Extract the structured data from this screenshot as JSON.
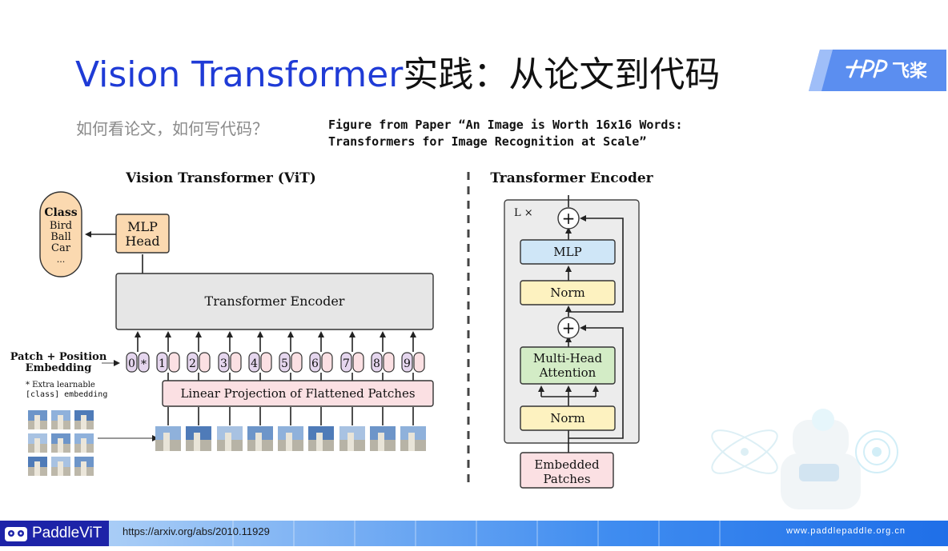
{
  "slide": {
    "title_en": "Vision Transformer",
    "title_cn": "实践：从论文到代码",
    "subtitle": "如何看论文，如何写代码？",
    "caption_line1": "Figure from Paper “An Image is Worth 16x16 Words:",
    "caption_line2": "Transformers for Image Recognition at Scale”"
  },
  "logo": {
    "brand": "飞桨"
  },
  "vit_figure": {
    "title": "Vision Transformer (ViT)",
    "class_box": {
      "title": "Class",
      "items": [
        "Bird",
        "Ball",
        "Car",
        "..."
      ]
    },
    "mlp_head": [
      "MLP",
      "Head"
    ],
    "encoder_label": "Transformer Encoder",
    "embedding_label": [
      "Patch + Position",
      "Embedding"
    ],
    "extra_note": [
      "* Extra learnable",
      "[class] embedding"
    ],
    "tokens": [
      "0",
      "1",
      "2",
      "3",
      "4",
      "5",
      "6",
      "7",
      "8",
      "9"
    ],
    "cls_star": "*",
    "projection_label": "Linear Projection of Flattened Patches"
  },
  "encoder_figure": {
    "title": "Transformer Encoder",
    "repeat_label": "L ×",
    "mlp": "MLP",
    "norm_top": "Norm",
    "attention": [
      "Multi-Head",
      "Attention"
    ],
    "norm_bottom": "Norm",
    "embedded": [
      "Embedded",
      "Patches"
    ],
    "plus": "+"
  },
  "footer": {
    "badge": "PaddleViT",
    "link": "https://arxiv.org/abs/2010.11929",
    "site": "www.paddlepaddle.org.cn"
  },
  "colors": {
    "title_blue": "#1f3bd6",
    "class_fill": "#fbd9b0",
    "mlp_head_fill": "#fbd9b0",
    "encoder_fill": "#e6e6e6",
    "projection_fill": "#fbe0e3",
    "token_fill": "#e5d6ee",
    "mlp_fill": "#cfe6f7",
    "norm_fill": "#fdf2c0",
    "attention_fill": "#d3ecc6",
    "footer_badge": "#1d23a8"
  }
}
